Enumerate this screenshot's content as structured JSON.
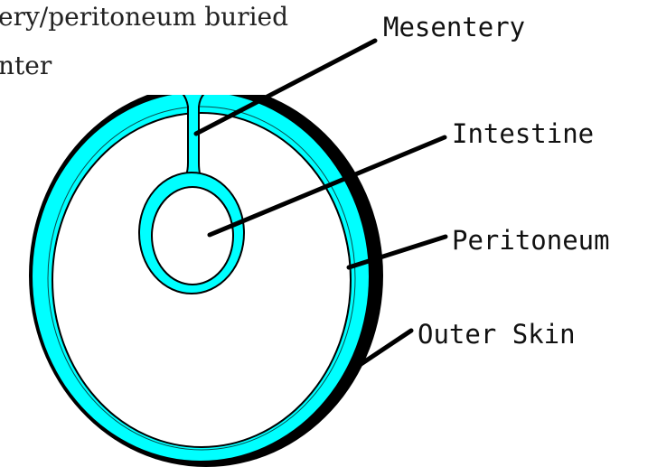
{
  "caption": {
    "line1": "ery/peritoneum buried",
    "line2": "nter"
  },
  "labels": {
    "mesentery": "Mesentery",
    "intestine": "Intestine",
    "peritoneum": "Peritoneum",
    "outer_skin": "Outer Skin"
  },
  "colors": {
    "peritoneum": "#00ffff",
    "outline": "#000000",
    "background": "#ffffff"
  }
}
